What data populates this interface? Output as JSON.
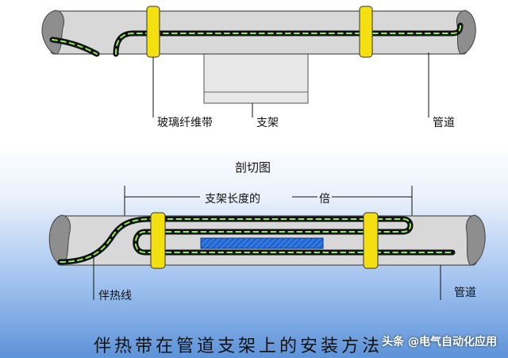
{
  "top_labels": {
    "fiberglass_tape": "玻璃纤维带",
    "bracket": "支架",
    "pipe": "管道"
  },
  "section_title": "剖切图",
  "bottom_labels": {
    "dimension": "支架长度的",
    "multiplier": "倍",
    "heat_trace": "伴热线",
    "pipe": "管道"
  },
  "caption": "伴热带在管道支架上的安装方法",
  "watermark": "头条 @电气自动化应用",
  "colors": {
    "pipe": "#d6d6d6",
    "pipe_end": "#909090",
    "clamp": "#f2dd10",
    "cable": "#111111",
    "cable_dash": "#7ee03a",
    "hatch": "#2a6fdc"
  }
}
